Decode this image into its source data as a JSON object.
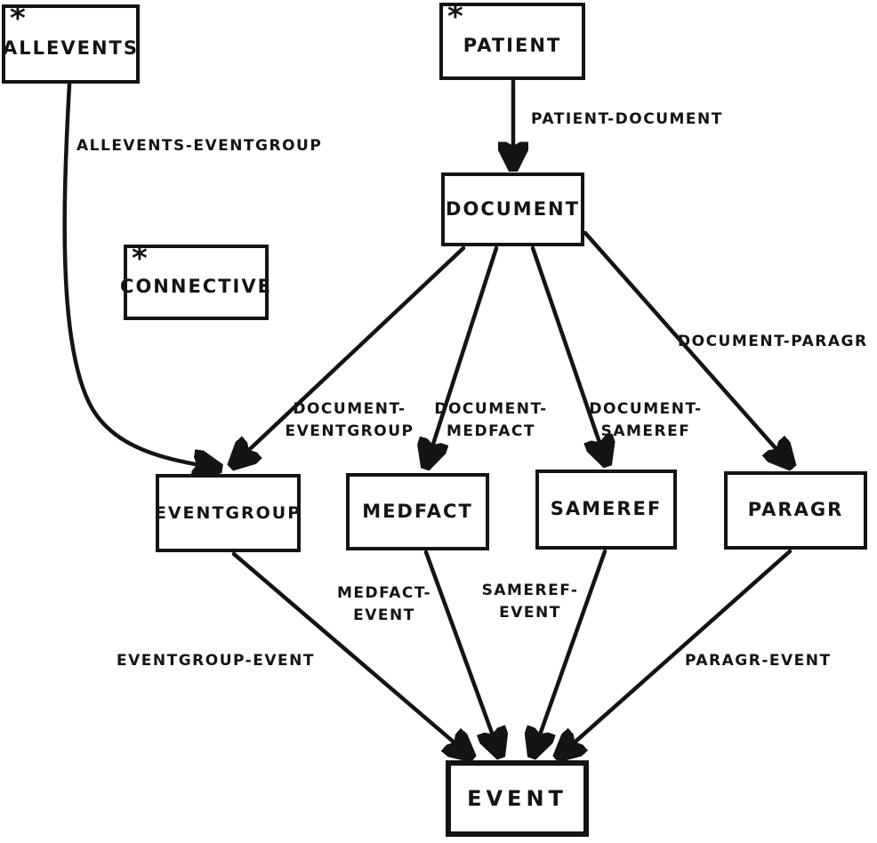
{
  "diagram": {
    "star_symbol": "*",
    "nodes": [
      {
        "id": "allevents",
        "label": "ALLEVENTS",
        "starred": true
      },
      {
        "id": "patient",
        "label": "PATIENT",
        "starred": true
      },
      {
        "id": "document",
        "label": "DOCUMENT",
        "starred": false
      },
      {
        "id": "connective",
        "label": "CONNECTIVE",
        "starred": true
      },
      {
        "id": "eventgroup",
        "label": "EVENTGROUP",
        "starred": false
      },
      {
        "id": "medfact",
        "label": "MEDFACT",
        "starred": false
      },
      {
        "id": "sameref",
        "label": "SAMEREF",
        "starred": false
      },
      {
        "id": "paragr",
        "label": "PARAGR",
        "starred": false
      },
      {
        "id": "event",
        "label": "EVENT",
        "starred": false
      }
    ],
    "edges": [
      {
        "from": "allevents",
        "to": "eventgroup",
        "label": "ALLEVENTS-EVENTGROUP"
      },
      {
        "from": "patient",
        "to": "document",
        "label": "PATIENT-DOCUMENT"
      },
      {
        "from": "document",
        "to": "eventgroup",
        "label": "DOCUMENT-\nEVENTGROUP"
      },
      {
        "from": "document",
        "to": "medfact",
        "label": "DOCUMENT-\nMEDFACT"
      },
      {
        "from": "document",
        "to": "sameref",
        "label": "DOCUMENT-\nSAMEREF"
      },
      {
        "from": "document",
        "to": "paragr",
        "label": "DOCUMENT-PARAGR"
      },
      {
        "from": "eventgroup",
        "to": "event",
        "label": "EVENTGROUP-EVENT"
      },
      {
        "from": "medfact",
        "to": "event",
        "label": "MEDFACT-\nEVENT"
      },
      {
        "from": "sameref",
        "to": "event",
        "label": "SAMEREF-\nEVENT"
      },
      {
        "from": "paragr",
        "to": "event",
        "label": "PARAGR-EVENT"
      }
    ]
  }
}
